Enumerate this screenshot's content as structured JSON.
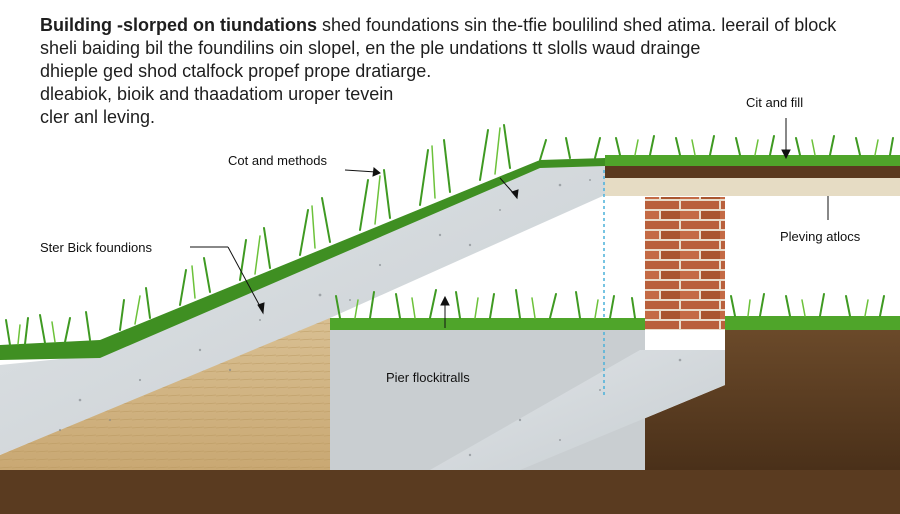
{
  "description": {
    "title_lead": "Building -slorped on tiundations",
    "line1_rest": " shed foundations sin the-tfie boulilind shed atima. leerail of block",
    "line2": "sheli baiding bil the foundilins oin slopel, en the ple undations tt slolls waud drainge",
    "line3": "dhieple ged shod ctalfock propef prope dratiarge.",
    "line4": "dleabiok, bioik and thaadatiom uroper tevein",
    "line5": "cler anl leving."
  },
  "labels": {
    "cut_and_fill": "Cit and fill",
    "cut_and_methods": "Cot and methods",
    "step_block": "Ster Bick foundions",
    "paving": "Pleving atlocs",
    "pier": "Pier flockitralls"
  },
  "colors": {
    "grass": "#4fa52a",
    "grass_dark": "#2f7d1c",
    "concrete": "#d5dade",
    "sand": "#d4b98a",
    "soil": "#5a3d22",
    "brick": "#b9603c",
    "drain": "#4ab0d9"
  }
}
